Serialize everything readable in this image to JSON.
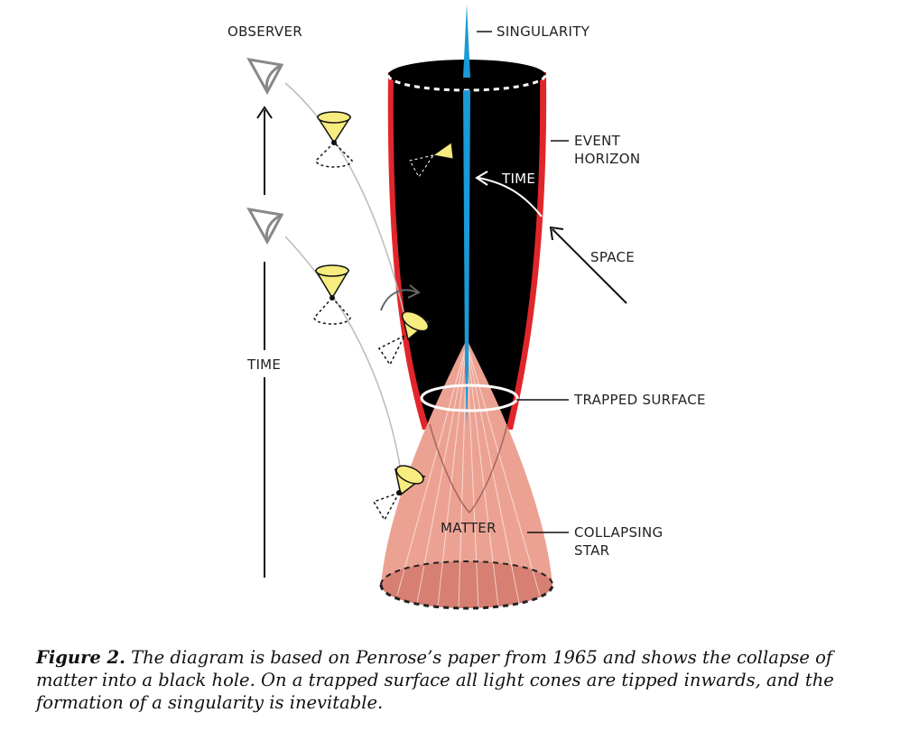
{
  "labels": {
    "observer": "OBSERVER",
    "singularity": "SINGULARITY",
    "event_horizon_line1": "EVENT",
    "event_horizon_line2": "HORIZON",
    "time_inside": "TIME",
    "space": "SPACE",
    "time_axis": "TIME",
    "trapped_surface": "TRAPPED SURFACE",
    "matter": "MATTER",
    "collapsing_star_line1": "COLLAPSING",
    "collapsing_star_line2": "STAR"
  },
  "caption": {
    "label": "Figure 2.",
    "text": "The diagram is based on Penrose’s paper from 1965 and shows the collapse of matter into a black hole. On a trapped surface all light cones are tipped inwards, and the formation of a singularity is inevitable."
  },
  "colors": {
    "black_hole": "#000000",
    "event_horizon_edge": "#e1262b",
    "singularity": "#1a9ad6",
    "matter": "#eca293",
    "matter_bottom": "#d67f72",
    "light_cone": "#f7ec7f",
    "observer_gray": "#888888"
  }
}
